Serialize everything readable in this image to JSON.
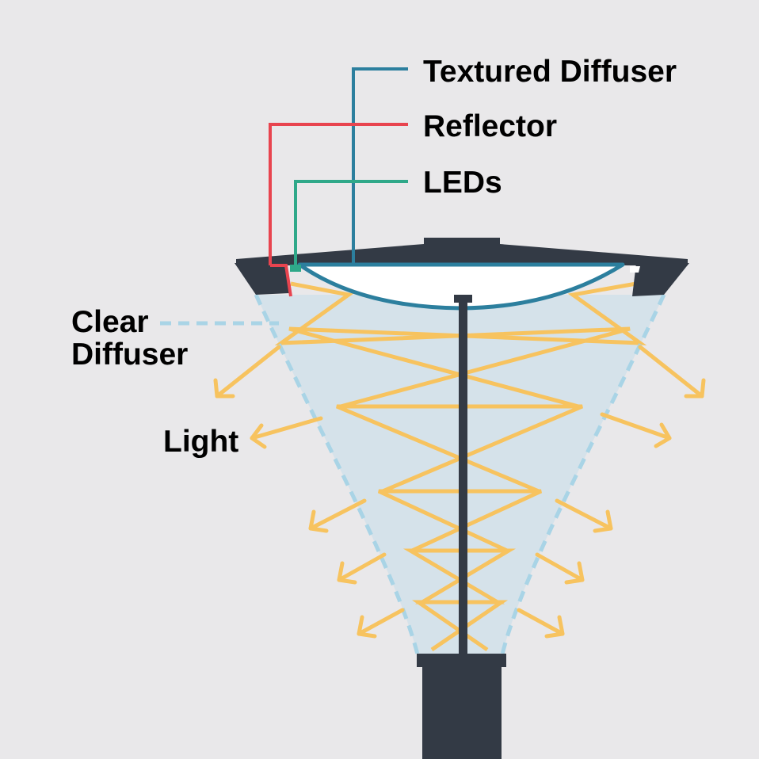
{
  "labels": {
    "textured_diffuser": "Textured Diffuser",
    "reflector": "Reflector",
    "leds": "LEDs",
    "clear_diffuser_line1": "Clear",
    "clear_diffuser_line2": "Diffuser",
    "light": "Light"
  },
  "colors": {
    "background": "#e9e8ea",
    "lamp_body": "#333a45",
    "textured_diffuser": "#2c7f9e",
    "reflector": "#e8444f",
    "leds": "#2fa889",
    "clear_diffuser": "#a9d4e6",
    "diffuser_fill": "#d5e2ea",
    "light_rays": "#f7c35f",
    "inner_glow": "#ffffff"
  }
}
